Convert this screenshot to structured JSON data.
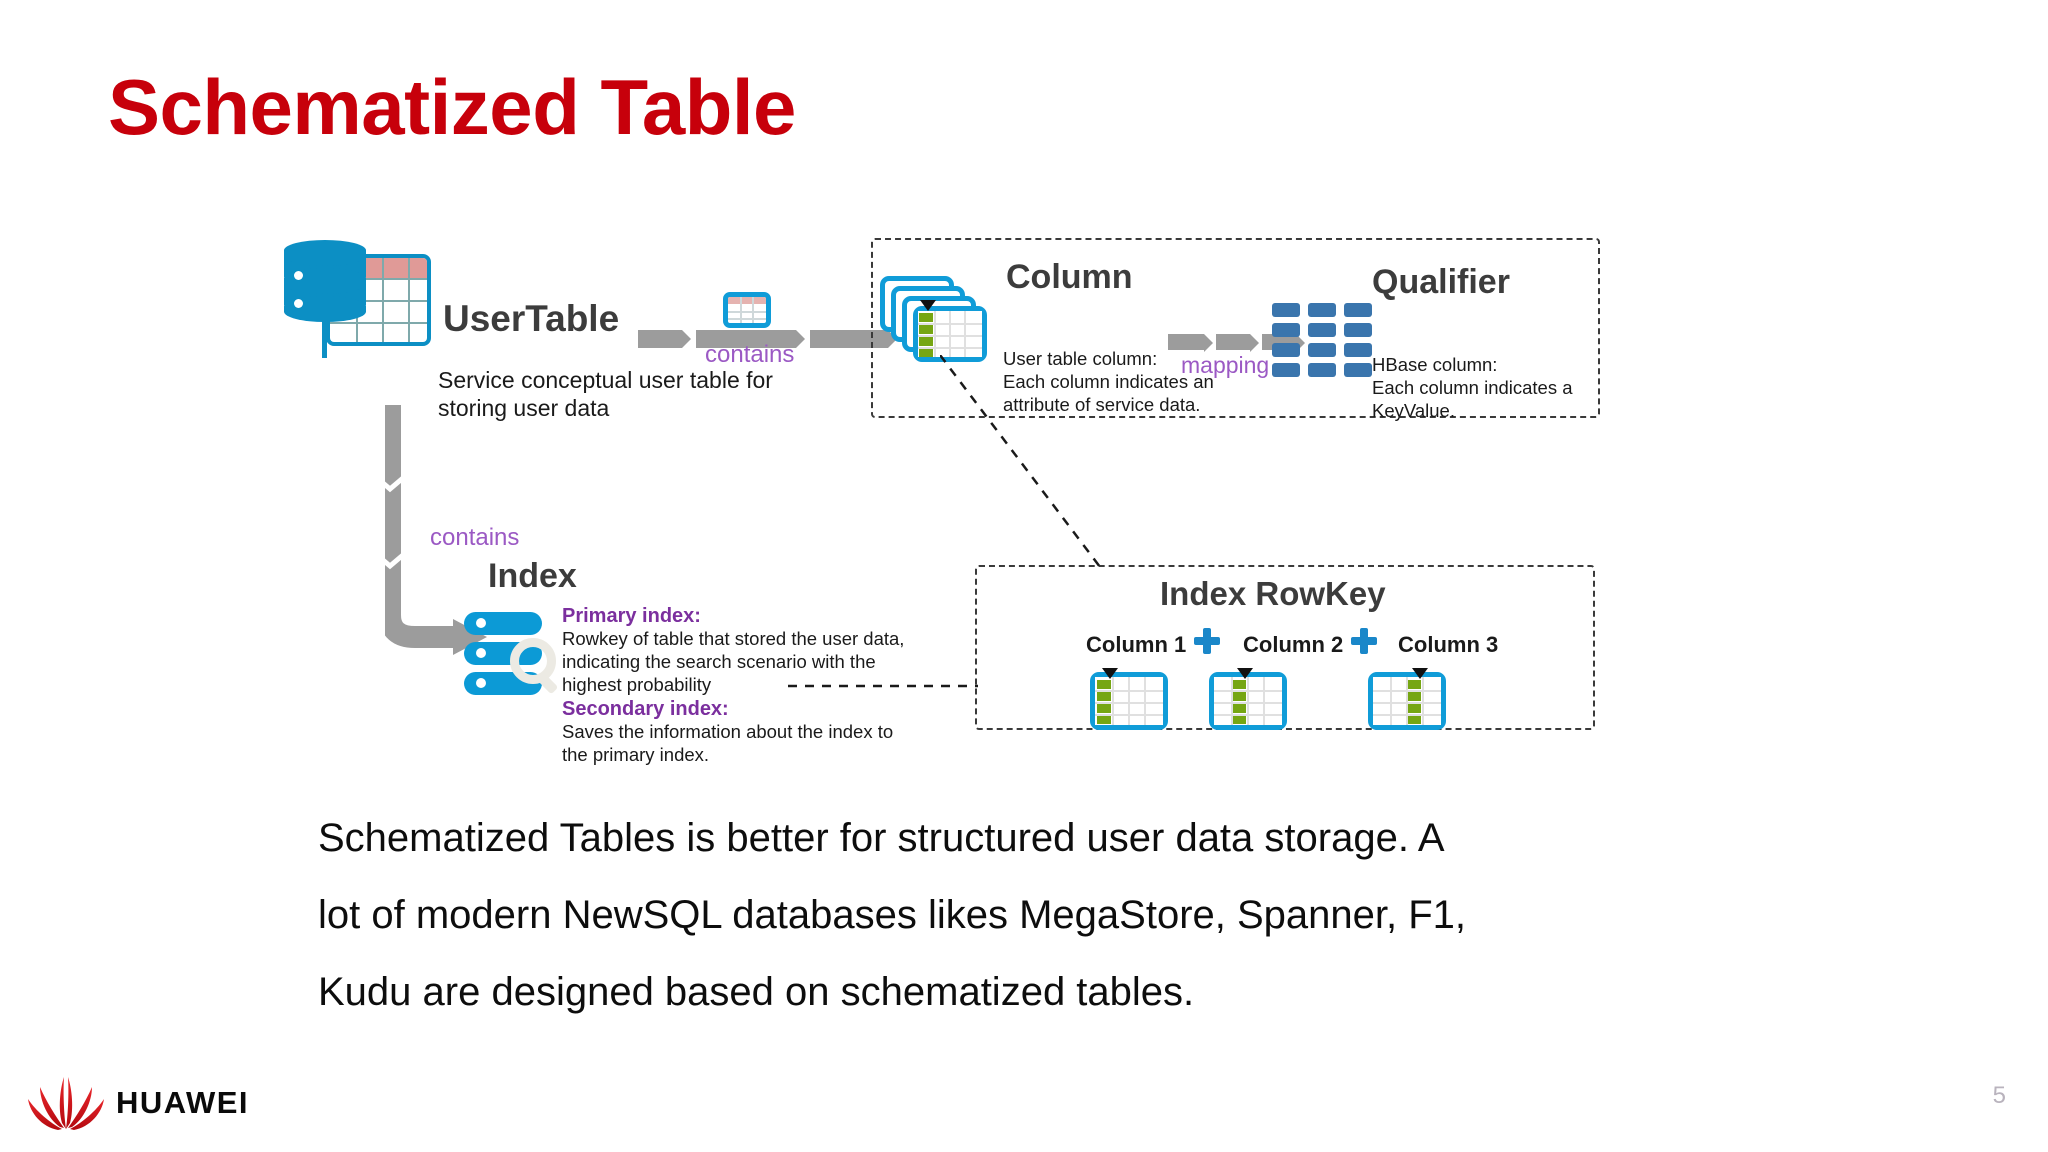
{
  "slide": {
    "title": "Schematized Table",
    "title_color": "#c7000b",
    "page_number": "5"
  },
  "diagram": {
    "user_table": {
      "heading": "UserTable",
      "description": "Service conceptual user table for storing user data",
      "icon": "database-table-icon"
    },
    "connectors": {
      "contains_horizontal": "contains",
      "contains_vertical": "contains",
      "mapping": "mapping"
    },
    "column_box": {
      "heading": "Column",
      "description_line1": "User table column:",
      "description_line2": "Each column indicates an",
      "description_line3": "attribute of service data."
    },
    "qualifier_box": {
      "heading": "Qualifier",
      "description_line1": "HBase column:",
      "description_line2": "Each column indicates a",
      "description_line3": "KeyValue."
    },
    "index": {
      "heading": "Index",
      "primary_label": "Primary index:",
      "primary_line1": "Rowkey of table that stored the user data,",
      "primary_line2": "indicating the search scenario with the",
      "primary_line3": "highest probability",
      "secondary_label": "Secondary index:",
      "secondary_line1": "Saves the information about the index to",
      "secondary_line2": "the primary index."
    },
    "index_rowkey": {
      "heading": "Index RowKey",
      "columns": [
        {
          "label": "Column 1",
          "highlight_index": 0
        },
        {
          "label": "Column 2",
          "highlight_index": 1
        },
        {
          "label": "Column 3",
          "highlight_index": 2
        }
      ],
      "operator": "+"
    }
  },
  "paragraph": {
    "line1": "Schematized Tables is better for structured user data storage. A",
    "line2": "lot of modern NewSQL databases likes MegaStore, Spanner, F1,",
    "line3": "Kudu are designed based on schematized tables."
  },
  "footer": {
    "brand": "HUAWEI",
    "logo": "huawei-flower-logo"
  },
  "colors": {
    "brand_red": "#c7000b",
    "accent_blue": "#109cd8",
    "purple": "#9b59c4",
    "purple_bold": "#7b2f9e",
    "green": "#76a613",
    "gray_arrow": "#9c9c9c",
    "qualifier_blue": "#3a75ad"
  }
}
